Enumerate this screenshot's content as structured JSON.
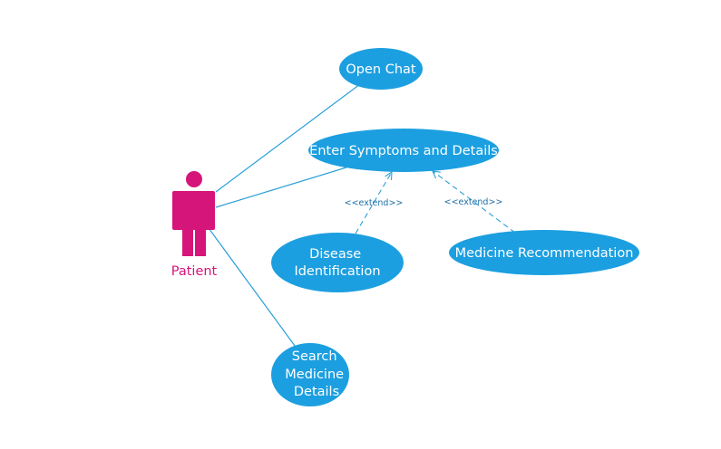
{
  "colors": {
    "usecase_fill": "#1c9fe0",
    "line": "#2a9fd6",
    "actor": "#d6157a",
    "usecase_text": "#ffffff",
    "extend_text": "#1e6fa8"
  },
  "actor": {
    "label": "Patient",
    "icon": "person-icon"
  },
  "use_cases": {
    "open_chat": {
      "label": "Open Chat"
    },
    "enter_symptoms": {
      "label": "Enter Symptoms and Details"
    },
    "disease_identification": {
      "lines": [
        "Disease",
        "Identification"
      ]
    },
    "medicine_recommendation": {
      "label": "Medicine Recommendation"
    },
    "search_medicine_details": {
      "lines": [
        "Search",
        "Medicine",
        "Details"
      ]
    }
  },
  "relations": {
    "extend_label": "<<extend>>"
  }
}
